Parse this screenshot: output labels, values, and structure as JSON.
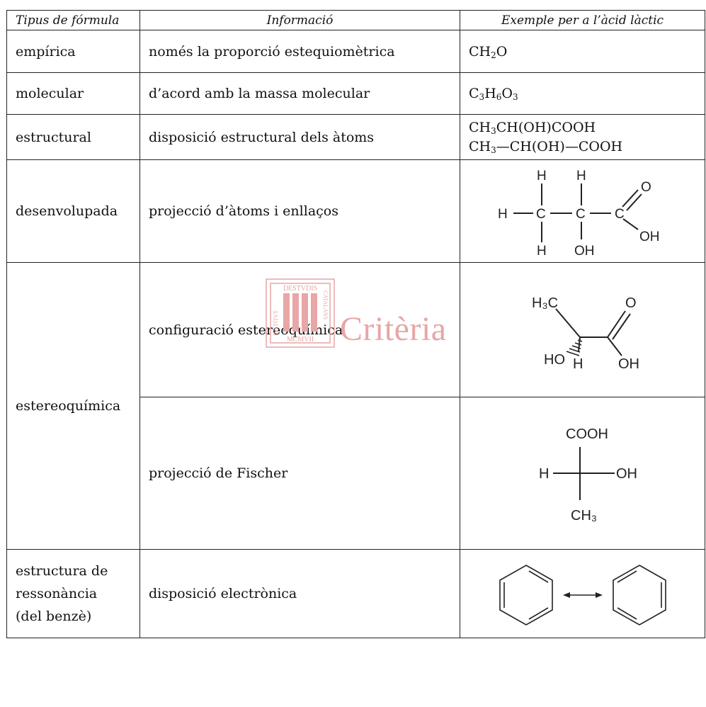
{
  "headers": {
    "col1": "Tipus de fórmula",
    "col2": "Informació",
    "col3": "Exemple per a l’àcid làctic"
  },
  "rows": [
    {
      "type": "empírica",
      "info": "només la proporció estequiomètrica",
      "example": [
        "CH",
        "2",
        "O"
      ]
    },
    {
      "type": "molecular",
      "info": "d’acord amb la massa molecular",
      "example": [
        "C",
        "3",
        "H",
        "6",
        "O",
        "3"
      ]
    },
    {
      "type": "estructural",
      "info": "disposició estructural dels àtoms",
      "example_line1": [
        "CH",
        "3",
        "CH(OH)COOH"
      ],
      "example_line2": [
        "CH",
        "3",
        "—CH(OH)—COOH"
      ]
    },
    {
      "type": "desenvolupada",
      "info": "projecció d’àtoms i enllaços"
    },
    {
      "type": "estereoquímica",
      "info_a": "configuració estereoquímica",
      "info_b": "projecció de Fischer"
    },
    {
      "type_lines": [
        "estructura de",
        "ressonància",
        "(del benzè)"
      ],
      "info": "disposició electrònica"
    }
  ],
  "diagram_labels": {
    "developed": {
      "h": "H",
      "c": "C",
      "o": "O",
      "oh": "OH"
    },
    "stereo": {
      "h3c": "H₃C",
      "o": "O",
      "ho": "HO",
      "h": "H",
      "oh": "OH"
    },
    "fischer": {
      "cooh": "COOH",
      "h": "H",
      "oh": "OH",
      "ch3": "CH₃"
    }
  },
  "watermark": {
    "text": "Critèria",
    "seal_top": "DESTVDIS",
    "seal_left": "INSTITVT",
    "seal_right": "CATALANS",
    "seal_bottom": "MCMVII"
  },
  "colors": {
    "watermark": "#e8a6a6",
    "border": "#222222"
  }
}
